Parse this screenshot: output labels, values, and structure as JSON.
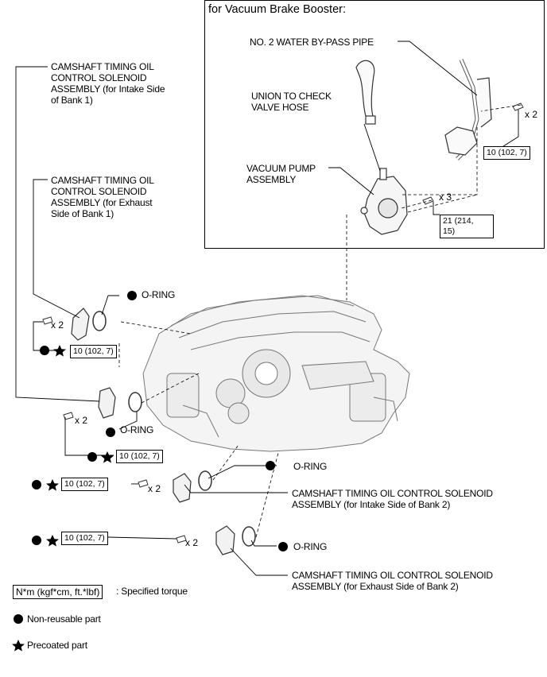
{
  "inset": {
    "title": "for Vacuum Brake Booster:"
  },
  "labels": {
    "water_pipe": "NO. 2 WATER BY-PASS PIPE",
    "union_hose": "UNION TO CHECK\nVALVE HOSE",
    "vacuum_pump": "VACUUM PUMP\nASSEMBLY",
    "solenoid_intake_b1": "CAMSHAFT TIMING OIL\nCONTROL SOLENOID\nASSEMBLY (for Intake Side\nof Bank 1)",
    "solenoid_exhaust_b1": "CAMSHAFT TIMING OIL\nCONTROL SOLENOID\nASSEMBLY (for Exhaust\nSide of Bank 1)",
    "solenoid_intake_b2": "CAMSHAFT TIMING OIL CONTROL SOLENOID\nASSEMBLY (for Intake Side of Bank 2)",
    "solenoid_exhaust_b2": "CAMSHAFT TIMING OIL CONTROL SOLENOID\nASSEMBLY (for Exhaust Side of Bank 2)",
    "oring": "O-RING"
  },
  "multipliers": {
    "x2": "x 2",
    "x3": "x 3"
  },
  "torques": {
    "pipe": "10 (102, 7)",
    "pump": "21 (214,\n15)",
    "solenoid": "10 (102, 7)"
  },
  "legend": {
    "torque_box": "N*m (kgf*cm, ft.*lbf)",
    "torque_desc": ": Specified torque",
    "non_reusable": "Non-reusable part",
    "precoated": "Precoated part"
  }
}
